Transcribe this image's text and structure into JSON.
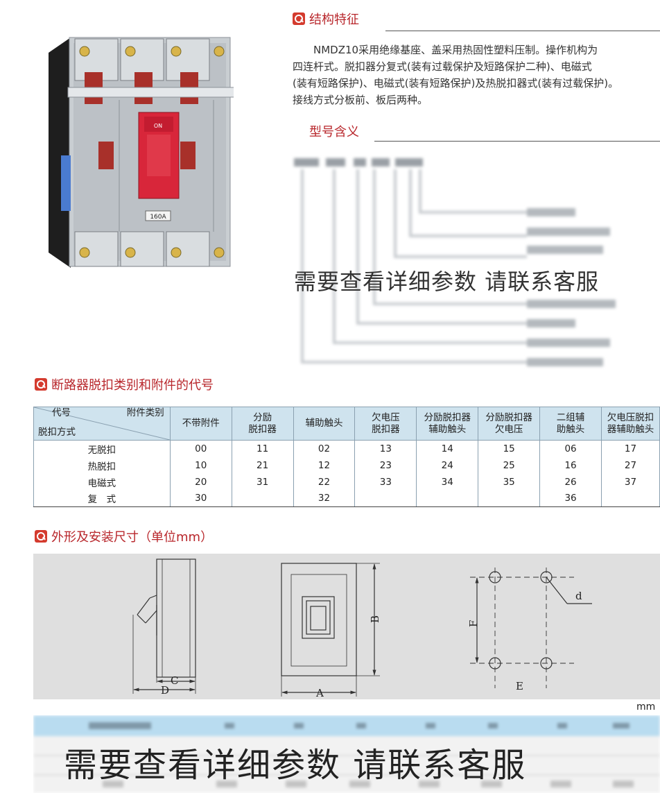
{
  "product": {
    "rating_label": "160A",
    "switch_label": "ON"
  },
  "section_structure": {
    "title": "结构特征",
    "paragraph_lines": [
      "　　NMDZ10采用绝缘基座、盖采用热固性塑料压制。操作机构为",
      "四连杆式。脱扣器分复式(装有过载保护及短路保护二种)、电磁式",
      "(装有短路保护)、电磁式(装有短路保护)及热脱扣器式(装有过载保护)。",
      "接线方式分板前、板后两种。"
    ]
  },
  "section_model": {
    "title": "型号含义",
    "watermark": "需要查看详细参数 请联系客服"
  },
  "section_codes": {
    "title": "断路器脱扣类别和附件的代号",
    "header_diag": {
      "top_left": "代号",
      "top_right": "附件类别",
      "bottom_left": "脱扣方式"
    },
    "columns": [
      "不带附件",
      "分励\n脱扣器",
      "辅助触头",
      "欠电压\n脱扣器",
      "分励脱扣器\n辅助触头",
      "分励脱扣器\n欠电压",
      "二组辅\n助触头",
      "欠电压脱扣\n器辅助触头"
    ],
    "rows": [
      {
        "name": "无脱扣",
        "values": [
          "00",
          "11",
          "02",
          "13",
          "14",
          "15",
          "06",
          "17"
        ]
      },
      {
        "name": "热脱扣",
        "values": [
          "10",
          "21",
          "12",
          "23",
          "24",
          "25",
          "16",
          "27"
        ]
      },
      {
        "name": "电磁式",
        "values": [
          "20",
          "31",
          "22",
          "33",
          "34",
          "35",
          "26",
          "37"
        ]
      },
      {
        "name": "复　式",
        "values": [
          "30",
          "",
          "32",
          "",
          "",
          "",
          "36",
          ""
        ]
      }
    ]
  },
  "section_dims": {
    "title": "外形及安装尺寸（单位mm）",
    "labels": {
      "C": "C",
      "D": "D",
      "A": "A",
      "B": "B",
      "F": "F",
      "E": "E",
      "d": "d"
    },
    "unit": "mm"
  },
  "param_table": {
    "watermark": "需要查看详细参数 请联系客服"
  },
  "colors": {
    "accent_red": "#d43b2e",
    "title_red": "#b8262b",
    "table_header_blue": "#cfe3ee",
    "drawing_bg": "#dfdfdf"
  }
}
